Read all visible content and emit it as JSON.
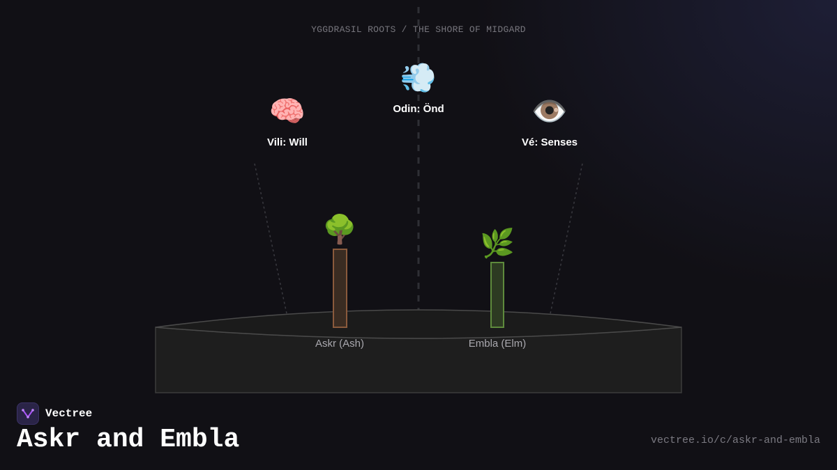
{
  "caption": "YGGDRASIL ROOTS / THE SHORE OF MIDGARD",
  "gods": [
    {
      "emoji": "🧠",
      "icon": "brain-icon",
      "label": "Vili: Will"
    },
    {
      "emoji": "💨",
      "icon": "wind-icon",
      "label": "Odin: Önd"
    },
    {
      "emoji": "👁️",
      "icon": "eye-icon",
      "label": "Vé: Senses"
    }
  ],
  "trees": [
    {
      "emoji": "🌳",
      "icon": "tree-icon",
      "label": "Askr (Ash)",
      "color": "#8a5a3c"
    },
    {
      "emoji": "🌿",
      "icon": "herb-icon",
      "label": "Embla (Elm)",
      "color": "#5e8a3c"
    }
  ],
  "brand": {
    "name": "Vectree",
    "accent": "#a855f7"
  },
  "title": "Askr and Embla",
  "url": "vectree.io/c/askr-and-embla"
}
